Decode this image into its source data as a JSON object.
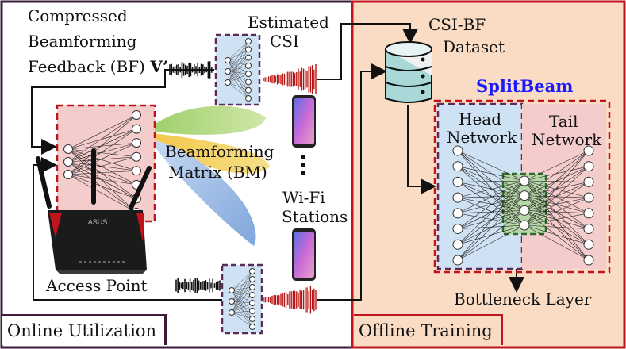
{
  "left_panel": {
    "title": "Online Utilization",
    "feedback_label_line1": "Compressed",
    "feedback_label_line2": "Beamforming",
    "feedback_label_line3": "Feedback (BF)",
    "feedback_symbol": "V’",
    "estimated_csi_line1": "Estimated",
    "estimated_csi_line2": "CSI",
    "bm_line1": "Beamforming",
    "bm_line2": "Matrix (BM)",
    "stations_line1": "Wi-Fi",
    "stations_line2": "Stations",
    "access_point": "Access Point",
    "router_brand": "ASUS"
  },
  "right_panel": {
    "title": "Offline Training",
    "dataset_line1": "CSI-BF",
    "dataset_line2": "Dataset",
    "model_name": "SplitBeam",
    "head_line1": "Head",
    "head_line2": "Network",
    "tail_line1": "Tail",
    "tail_line2": "Network",
    "bottleneck": "Bottleneck Layer"
  },
  "colors": {
    "left_border": "#3a1c3a",
    "right_border": "#c0141c",
    "right_fill": "#fadcc4",
    "head_fill": "#cfe2f3",
    "tail_fill": "#f4cccc",
    "bottleneck_fill": "#b6d7a8",
    "dashed_purple": "#5c2a5c",
    "dashed_red": "#c0141c",
    "dashed_green": "#2f6b2f",
    "signal_red": "#b81414"
  }
}
